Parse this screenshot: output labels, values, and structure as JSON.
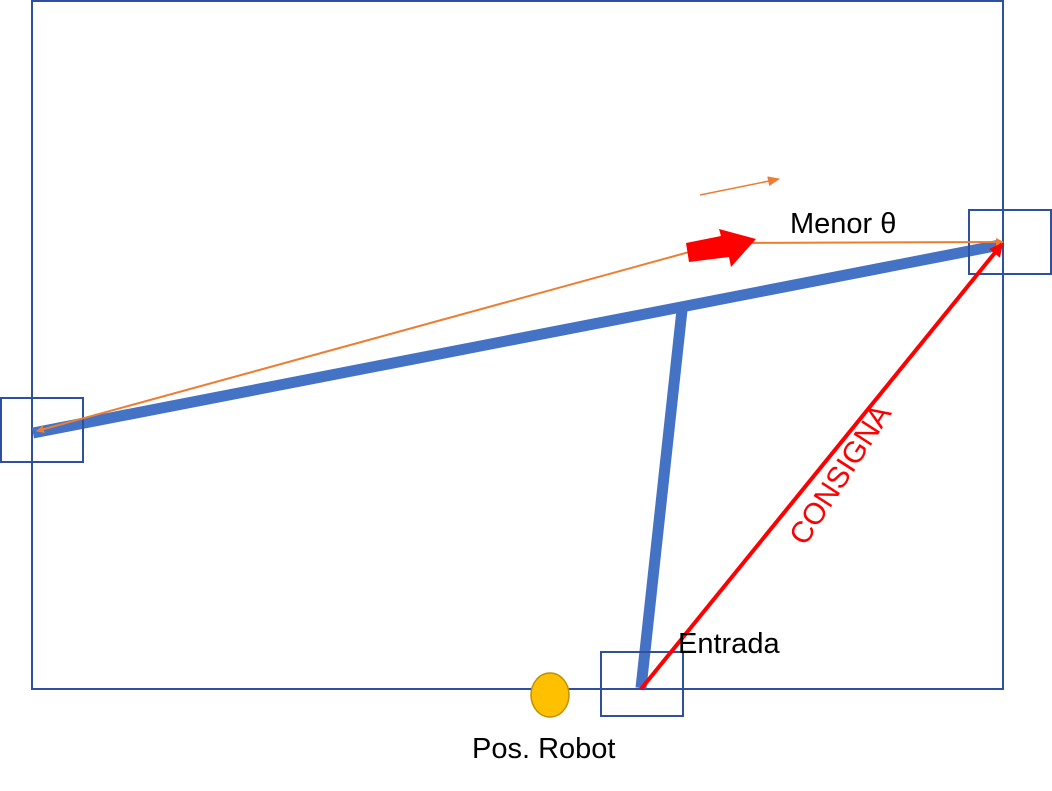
{
  "labels": {
    "menor_theta": "Menor θ",
    "consigna": "CONSIGNA",
    "entrada": "Entrada",
    "pos_robot": "Pos. Robot"
  },
  "colors": {
    "frame": "#2F4F9F",
    "path": "#4472C4",
    "consigna": "#FF0000",
    "orange": "#ED7D31",
    "robot_fill": "#FFC000",
    "robot_stroke": "#BF9000",
    "text": "#000000"
  }
}
